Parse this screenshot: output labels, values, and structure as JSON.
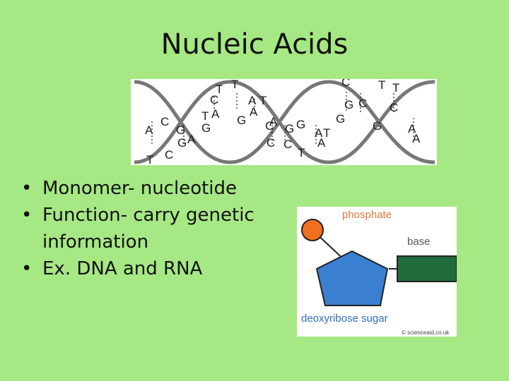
{
  "slide": {
    "title": "Nucleic Acids",
    "bullets": [
      "Monomer- nucleotide",
      "Function- carry genetic information",
      "Ex. DNA and RNA"
    ]
  },
  "dna_image": {
    "letters": [
      "A",
      "T",
      "C",
      "G",
      "G",
      "C",
      "A",
      "T",
      "G",
      "C",
      "A",
      "T",
      "T",
      "A",
      "A",
      "T",
      "G",
      "C",
      "A",
      "C",
      "G",
      "C",
      "G",
      "T",
      "A",
      "A",
      "T",
      "G",
      "C",
      "G",
      "C",
      "G",
      "T",
      "T",
      "C",
      "A",
      "A"
    ]
  },
  "nucleotide_diagram": {
    "phosphate_label": "phosphate",
    "base_label": "base",
    "sugar_label": "deoxyribose sugar",
    "credit": "© scienceaid.co.uk",
    "colors": {
      "phosphate": "#f07020",
      "sugar": "#3a7fd0",
      "base": "#1f6b3a",
      "label": "#e07a3a",
      "sugar_label": "#2f6fc2"
    }
  }
}
